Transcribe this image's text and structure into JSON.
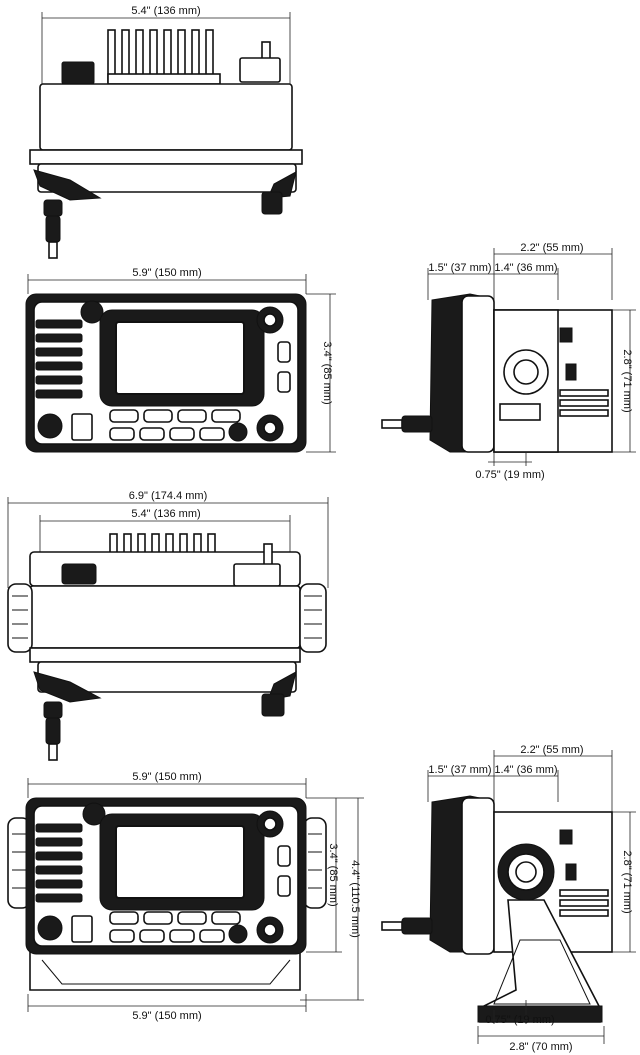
{
  "dimensions": {
    "v1_top_width": "5.4\" (136 mm)",
    "v2_front_width": "5.9\" (150 mm)",
    "v2_front_height": "3.4\" (85 mm)",
    "v3_side_depth": "2.2\" (55 mm)",
    "v3_side_front": "1.5\" (37 mm)",
    "v3_side_rear": "1.4\" (36 mm)",
    "v3_side_height": "2.8\" (71 mm)",
    "v3_side_offset": "0.75\" (19 mm)",
    "v4_top_total": "6.9\" (174.4 mm)",
    "v4_top_width": "5.4\" (136 mm)",
    "v5_front_width": "5.9\" (150 mm)",
    "v5_front_height": "3.4\" (85 mm)",
    "v5_front_total_height": "4.4\" (110.5 mm)",
    "v5_bracket_width": "5.9\" (150 mm)",
    "v6_side_depth": "2.2\" (55 mm)",
    "v6_side_front": "1.5\" (37 mm)",
    "v6_side_rear": "1.4\" (36 mm)",
    "v6_side_height": "2.8\" (71 mm)",
    "v6_side_offset": "0.75\" (19 mm)",
    "v6_bracket_depth": "2.8\" (70 mm)"
  }
}
